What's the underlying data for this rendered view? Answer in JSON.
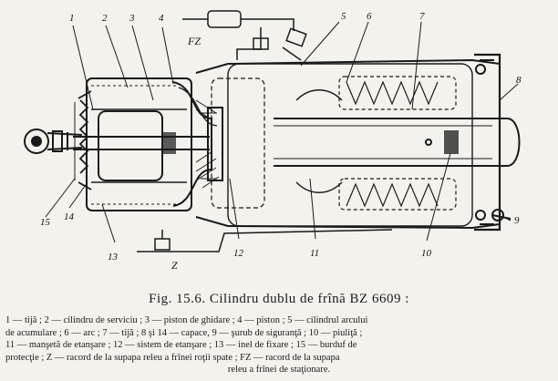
{
  "figure": {
    "caption": "Fig. 15.6. Cilindru dublu de frînă BZ 6609 :",
    "legend_lines": [
      "1 — tijă ; 2 — cilindru de serviciu ; 3 — piston de ghidare ; 4 — piston ; 5 — cilindrul arcului",
      "de acumulare ; 6 — arc ; 7 — tijă ; 8 şi 14 — capace, 9 — şurub de siguranţă ; 10 — piuliţă ;",
      "11 — manşetă de etanşare ; 12 — sistem de etanşare ; 13 — inel de fixare ; 15 — burduf de",
      "protecţie ; Z — racord de la supapa releu a frînei roţii spate ; FZ — racord de la supapa",
      "releu a frînei de staţionare."
    ],
    "labels": {
      "n1": "1",
      "n2": "2",
      "n3": "3",
      "n4": "4",
      "n5": "5",
      "n6": "6",
      "n7": "7",
      "n8": "8",
      "n9": "9",
      "n10": "10",
      "n11": "11",
      "n12": "12",
      "n13": "13",
      "n14": "14",
      "n15": "15",
      "fz": "FZ",
      "z": "Z"
    }
  }
}
